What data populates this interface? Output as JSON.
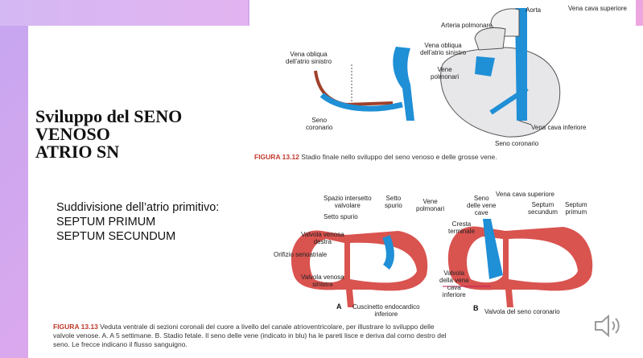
{
  "slide": {
    "title_lines": [
      "Sviluppo del SENO",
      "VENOSO",
      "ATRIO SN"
    ],
    "subtitle_lines": [
      "Suddivisione dell’atrio primitivo:",
      "SEPTUM PRIMUM",
      "SEPTUM SECUNDUM"
    ]
  },
  "figure_top": {
    "labels": {
      "aorta": "Aorta",
      "vena_cava_superiore": "Vena cava superiore",
      "arteria_polmonare": "Arteria polmonare",
      "vena_obliqua_left_1": "Vena obliqua",
      "vena_obliqua_left_2": "dell'atrio sinistro",
      "vena_obliqua_right_1": "Vena obliqua",
      "vena_obliqua_right_2": "dell'atrio sinistro",
      "vene_polmonari_1": "Vene",
      "vene_polmonari_2": "polmonari",
      "seno_coronario_left_1": "Seno",
      "seno_coronario_left_2": "coronario",
      "vena_cava_inferiore": "Vena cava inferiore",
      "seno_coronario_right": "Seno coronario"
    },
    "caption_head": "FIGURA 13.12",
    "caption_text": "Stadio finale nello sviluppo del seno venoso e delle grosse vene."
  },
  "figure_bottom": {
    "labels": {
      "spazio_1": "Spazio intersetto",
      "spazio_2": "valvolare",
      "setto_spurio_top_1": "Setto",
      "setto_spurio_top_2": "spurio",
      "vene_polm_1": "Vene",
      "vene_polm_2": "polmonari",
      "setto_spurio": "Setto spurio",
      "valvola_destra_1": "Valvola venosa",
      "valvola_destra_2": "destra",
      "orifizio": "Orifizio senoatriale",
      "valvola_sinistra_1": "Valvola venosa",
      "valvola_sinistra_2": "sinistra",
      "cuscinetto_1": "Cuscinetto endocardico",
      "cuscinetto_2": "inferiore",
      "seno_vene_1": "Seno",
      "seno_vene_2": "delle vene",
      "seno_vene_3": "cave",
      "vena_cava_sup": "Vena cava superiore",
      "septum_secundum_1": "Septum",
      "septum_secundum_2": "secundum",
      "septum_primum_1": "Septum",
      "septum_primum_2": "primum",
      "cresta_1": "Cresta",
      "cresta_2": "terminale",
      "valvola_vena_1": "Valvola",
      "valvola_vena_2": "della vena",
      "valvola_vena_3": "cava",
      "valvola_vena_4": "inferiore",
      "valvola_seno": "Valvola del seno coronario"
    },
    "letter_a": "A",
    "letter_b": "B",
    "caption_head": "FIGURA 13.13",
    "caption_text": "Veduta ventrale di sezioni coronali del cuore a livello del canale atrioventricolare, per illustrare lo sviluppo delle valvole venose. A. A 5 settimane. B. Stadio fetale. Il seno delle vene (indicato in blu) ha le pareti lisce e deriva dal corno destro del seno. Le frecce indicano il flusso sanguigno."
  },
  "speaker": {
    "icon": "speaker-icon"
  },
  "colors": {
    "accent_blue": "#1f8fd6",
    "accent_red": "#d9534f",
    "caption_red": "#c0392b",
    "magenta": "#c2185b"
  }
}
